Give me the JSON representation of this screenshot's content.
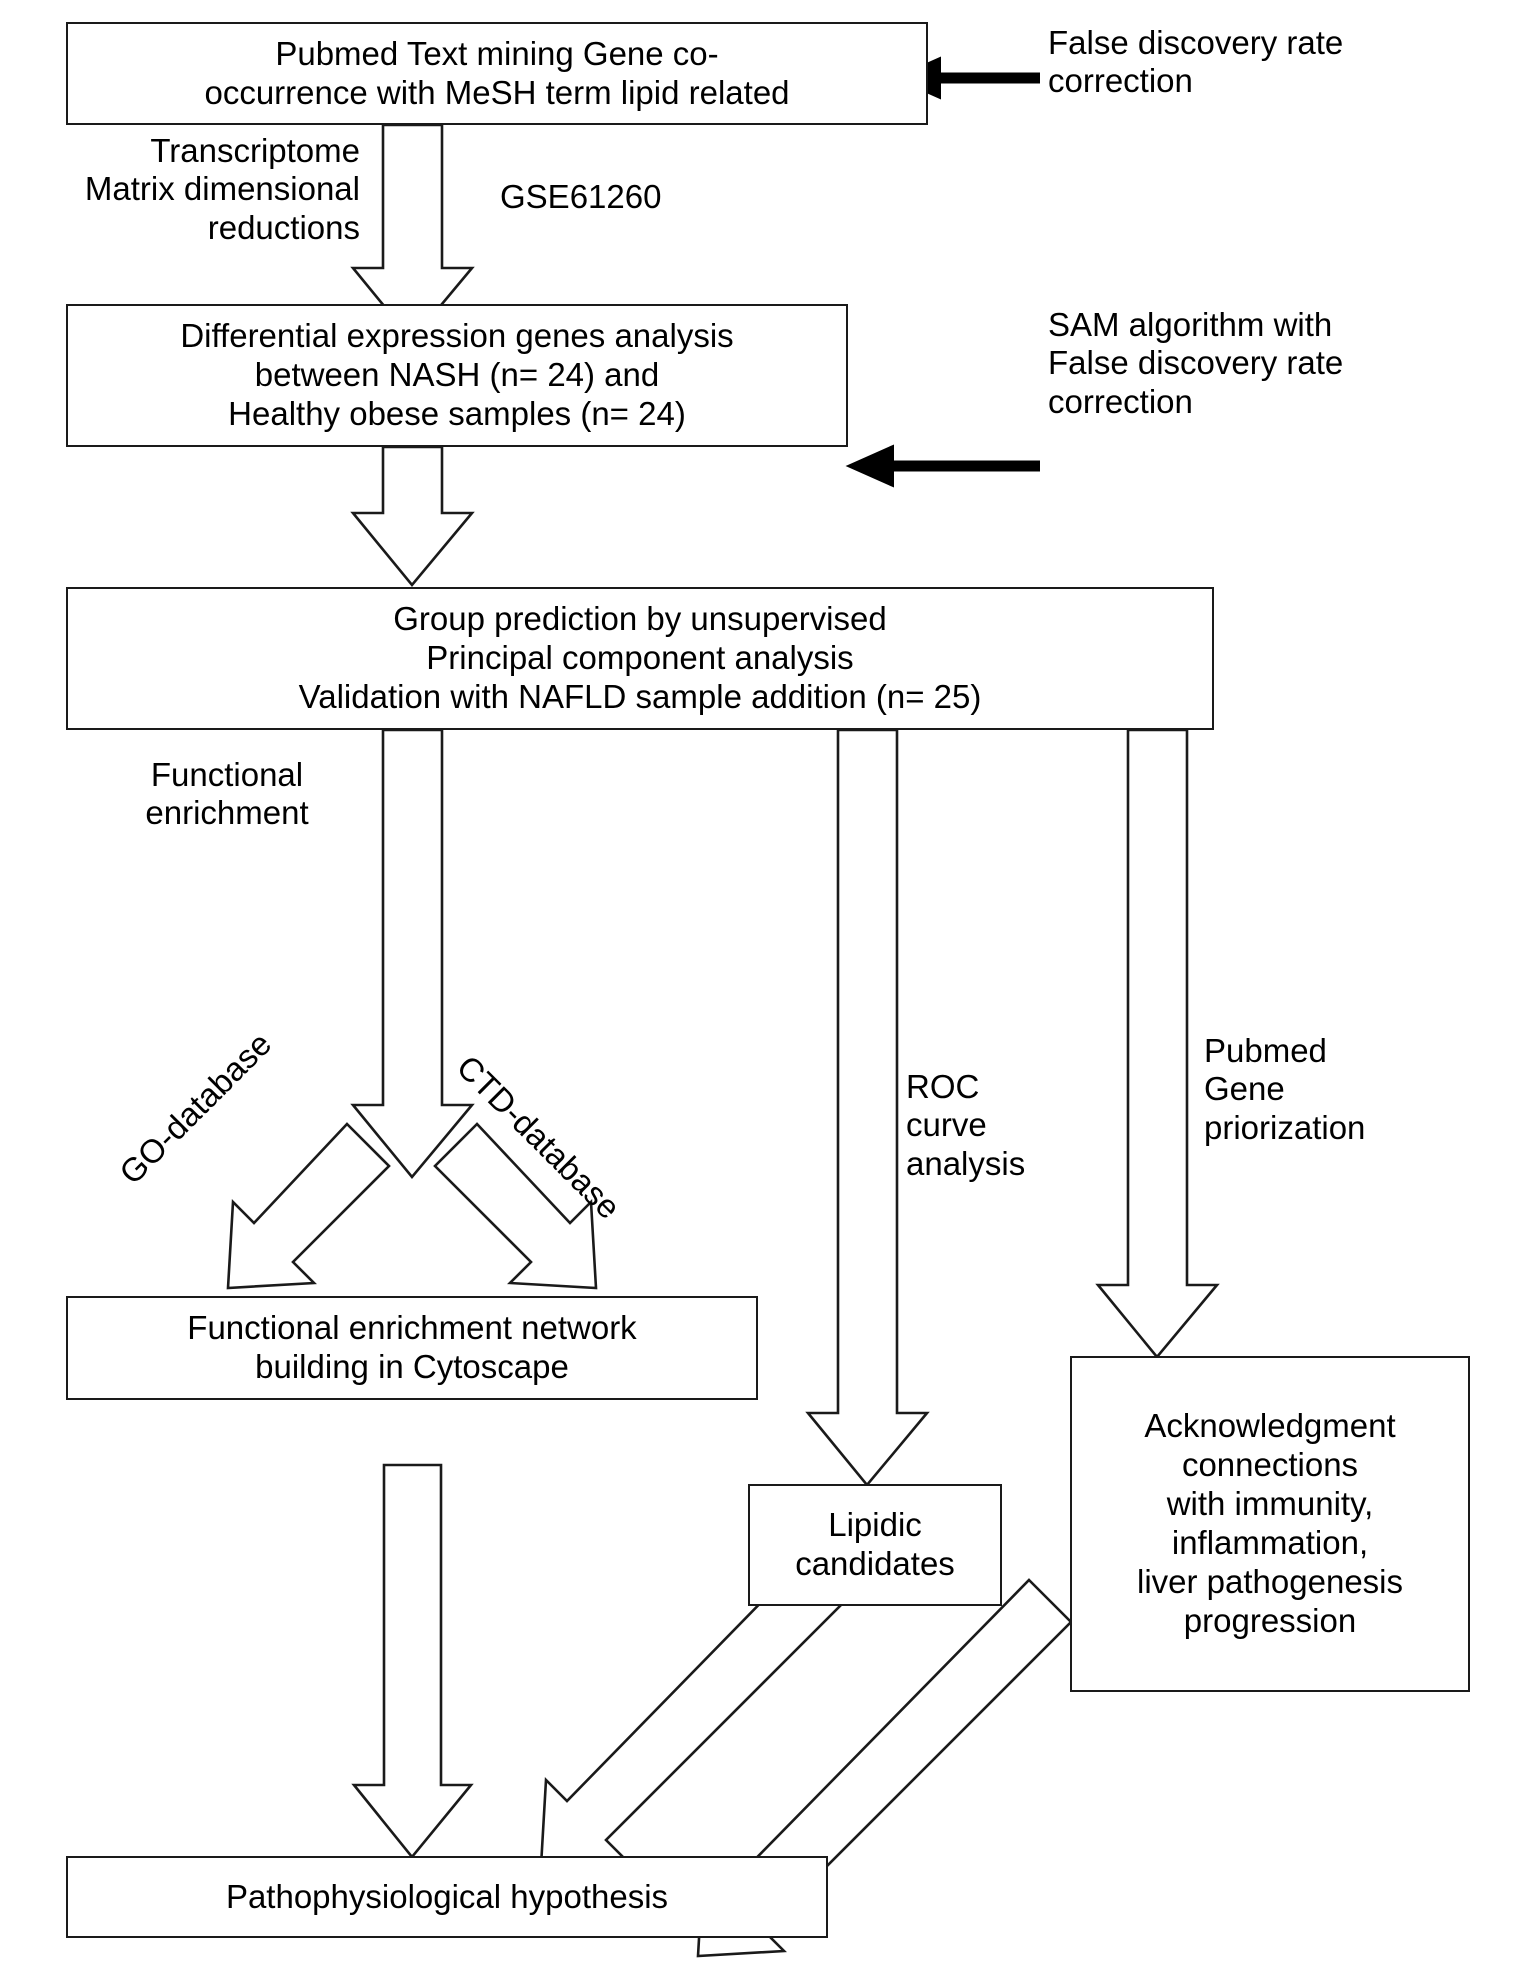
{
  "diagram": {
    "title": "Study workflow flowchart",
    "background": "#ffffff",
    "stroke": "#1a1a1a",
    "text_color": "#000000"
  },
  "nodes": {
    "pubmed_text_mining": "Pubmed  Text mining  Gene co-\noccurrence with MeSH term lipid related",
    "deg_analysis": "Differential expression genes analysis\nbetween NASH (n= 24) and\nHealthy obese samples (n= 24)",
    "group_prediction": "Group prediction by unsupervised\nPrincipal component analysis\nValidation with NAFLD sample addition (n= 25)",
    "cytoscape_network": "Functional enrichment network\nbuilding  in Cytoscape",
    "lipidic_candidates": "Lipidic\ncandidates",
    "acknowledgment": "Acknowledgment\nconnections\nwith immunity,\ninflammation,\nliver pathogenesis\nprogression",
    "pathophysiological": "Pathophysiological hypothesis"
  },
  "labels": {
    "fdr_correction_top": "False discovery rate\ncorrection",
    "transcriptome_matrix": "Transcriptome\nMatrix dimensional\nreductions",
    "gse_accession": "GSE61260",
    "sam_algorithm": "SAM algorithm  with\nFalse discovery rate\ncorrection",
    "functional_enrichment": "Functional\nenrichment",
    "go_database": "GO-database",
    "ctd_database": "CTD-database",
    "roc_curve": "ROC\ncurve\nanalysis",
    "pubmed_priorization": "Pubmed\nGene\npriorization"
  },
  "edges": [
    {
      "name": "fdr-to-pubmed",
      "style": "solid-line-arrow",
      "direction": "left"
    },
    {
      "name": "pubmed-to-deg",
      "style": "block-arrow",
      "direction": "down"
    },
    {
      "name": "sam-to-deg",
      "style": "solid-line-arrow",
      "direction": "left"
    },
    {
      "name": "deg-to-group",
      "style": "block-arrow",
      "direction": "down"
    },
    {
      "name": "group-to-split",
      "style": "block-arrow",
      "direction": "down"
    },
    {
      "name": "split-to-cytoscape-go",
      "style": "block-arrow",
      "direction": "down-left"
    },
    {
      "name": "split-to-cytoscape-ctd",
      "style": "block-arrow",
      "direction": "down-right"
    },
    {
      "name": "group-to-lipidic",
      "style": "block-arrow",
      "direction": "down"
    },
    {
      "name": "group-to-acknowledgment",
      "style": "block-arrow",
      "direction": "down"
    },
    {
      "name": "cytoscape-to-hypothesis",
      "style": "block-arrow",
      "direction": "down"
    },
    {
      "name": "lipidic-to-hypothesis",
      "style": "block-arrow",
      "direction": "down-left"
    },
    {
      "name": "acknowledgment-to-hypothesis",
      "style": "block-arrow",
      "direction": "down-left"
    }
  ]
}
